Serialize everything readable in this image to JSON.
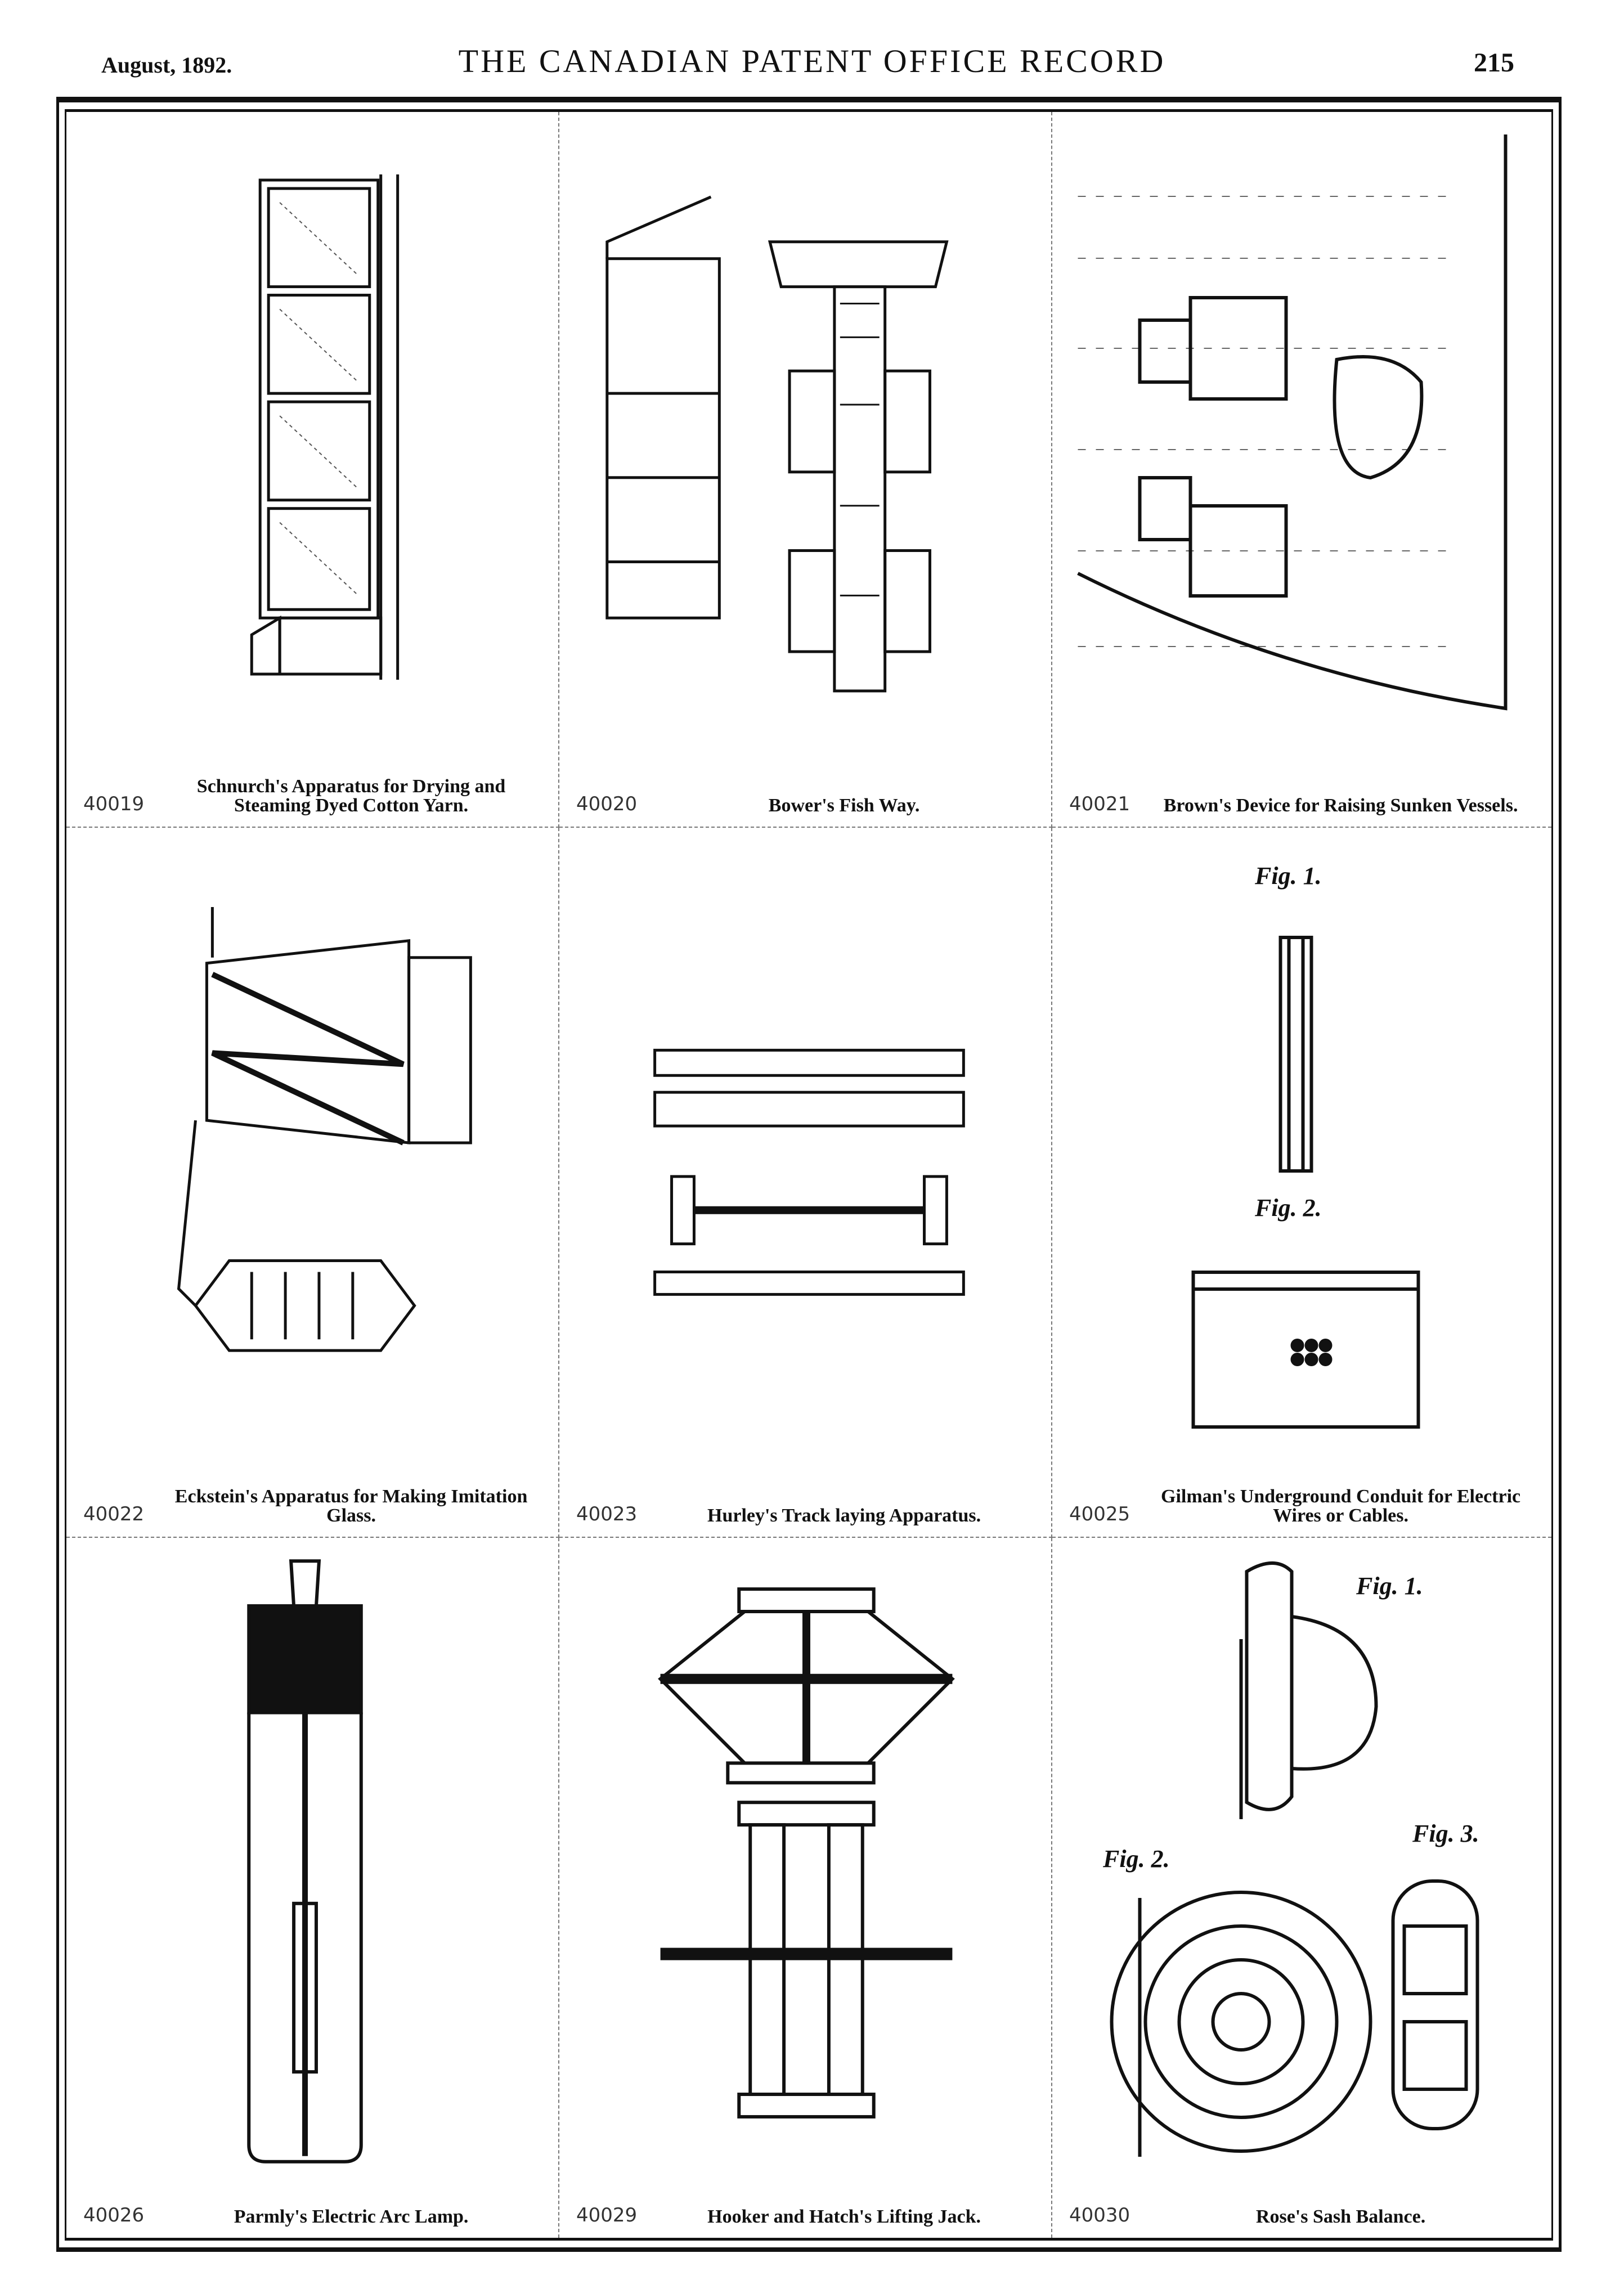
{
  "header": {
    "date": "August, 1892.",
    "title": "THE CANADIAN PATENT OFFICE RECORD",
    "page": "215"
  },
  "patents": [
    {
      "number": "40019",
      "title": "Schnurch's Apparatus for Drying and Steaming Dyed Cotton Yarn."
    },
    {
      "number": "40020",
      "title": "Bower's Fish Way."
    },
    {
      "number": "40021",
      "title": "Brown's Device for Raising Sunken Vessels."
    },
    {
      "number": "40022",
      "title": "Eckstein's Apparatus for Making Imitation Glass."
    },
    {
      "number": "40023",
      "title": "Hurley's Track laying Apparatus."
    },
    {
      "number": "40025",
      "title": "Gilman's Underground Conduit for Electric Wires or Cables."
    },
    {
      "number": "40026",
      "title": "Parmly's Electric Arc Lamp."
    },
    {
      "number": "40029",
      "title": "Hooker and Hatch's Lifting Jack."
    },
    {
      "number": "40030",
      "title": "Rose's Sash Balance."
    }
  ],
  "figure_labels": {
    "fig1": "Fig. 1.",
    "fig2": "Fig. 2.",
    "fig3": "Fig. 3."
  }
}
